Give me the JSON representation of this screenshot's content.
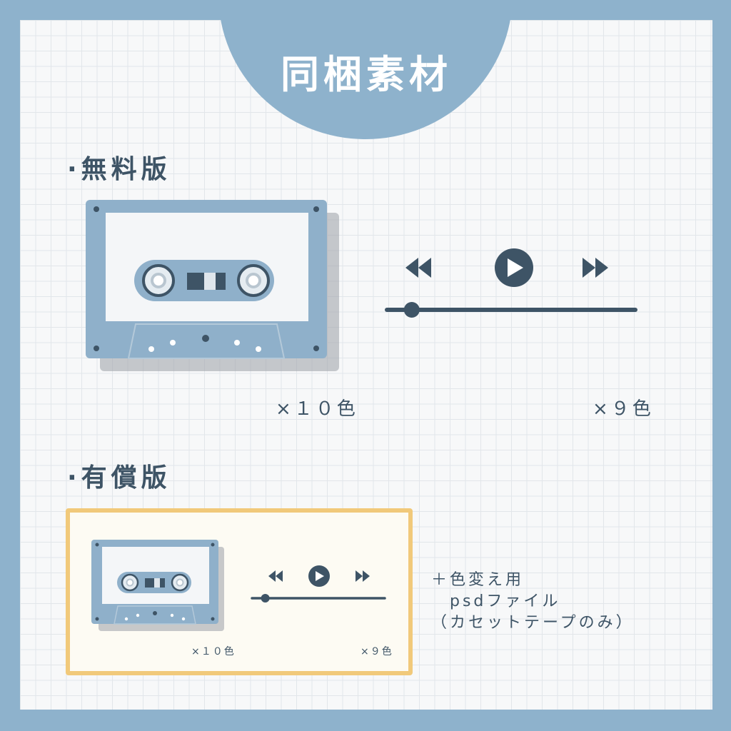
{
  "title": "同梱素材",
  "free": {
    "heading": "·無料版",
    "cassette_count": "×１０色",
    "player_count": "×９色"
  },
  "paid": {
    "heading": "·有償版",
    "cassette_count": "×１０色",
    "player_count": "×９色",
    "note_line1": "＋色変え用",
    "note_line2": "　psdファイル",
    "note_line3": "（カセットテープのみ）"
  },
  "colors": {
    "frame_blue": "#8eb2cc",
    "cassette_blue": "#8fb0ca",
    "dark_slate": "#3e5466",
    "paid_border": "#f1c97a"
  },
  "icons": {
    "rewind": "rewind-icon",
    "play": "play-icon",
    "fast_forward": "fast-forward-icon"
  },
  "player": {
    "progress": 0.1
  }
}
